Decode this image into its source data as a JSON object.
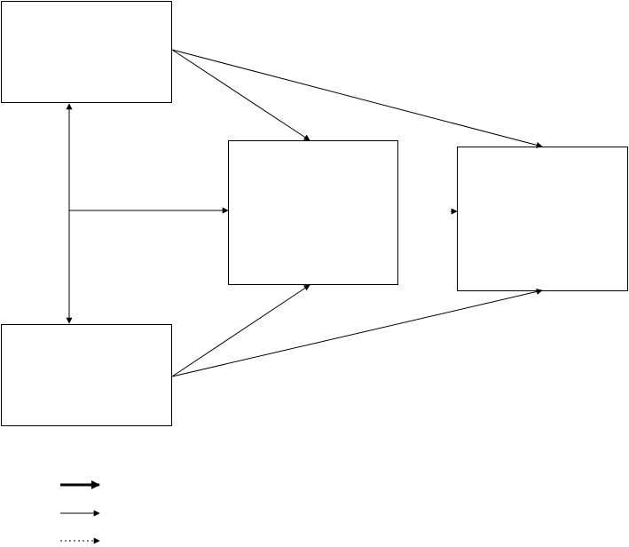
{
  "diagram": {
    "type": "flow-diagram",
    "colors": {
      "stroke": "#000000",
      "fill": "#ffffff",
      "background": "#ffffff"
    },
    "nodes": [
      {
        "id": "box-top-left",
        "label": ""
      },
      {
        "id": "box-center",
        "label": ""
      },
      {
        "id": "box-right",
        "label": ""
      },
      {
        "id": "box-bottom-left",
        "label": ""
      }
    ],
    "edges": [
      {
        "id": "top-left-to-center",
        "from": "box-top-left",
        "to": "box-center",
        "style": "thin"
      },
      {
        "id": "top-left-to-right",
        "from": "box-top-left",
        "to": "box-right",
        "style": "thin"
      },
      {
        "id": "bottom-left-to-center",
        "from": "box-bottom-left",
        "to": "box-center",
        "style": "thin"
      },
      {
        "id": "bottom-left-to-right",
        "from": "box-bottom-left",
        "to": "box-right",
        "style": "thin"
      },
      {
        "id": "left-boxes-bidirectional",
        "from": "box-top-left",
        "to": "box-bottom-left",
        "style": "thin-bidirectional"
      },
      {
        "id": "left-junction-to-center",
        "from": "left-connector",
        "to": "box-center",
        "style": "thin"
      },
      {
        "id": "center-to-right-dotted",
        "from": "box-center",
        "to": "box-right",
        "style": "dotted"
      }
    ],
    "legend": [
      {
        "id": "legend-thick",
        "style": "thick",
        "label": ""
      },
      {
        "id": "legend-thin",
        "style": "thin",
        "label": ""
      },
      {
        "id": "legend-dotted",
        "style": "dotted",
        "label": ""
      }
    ]
  }
}
